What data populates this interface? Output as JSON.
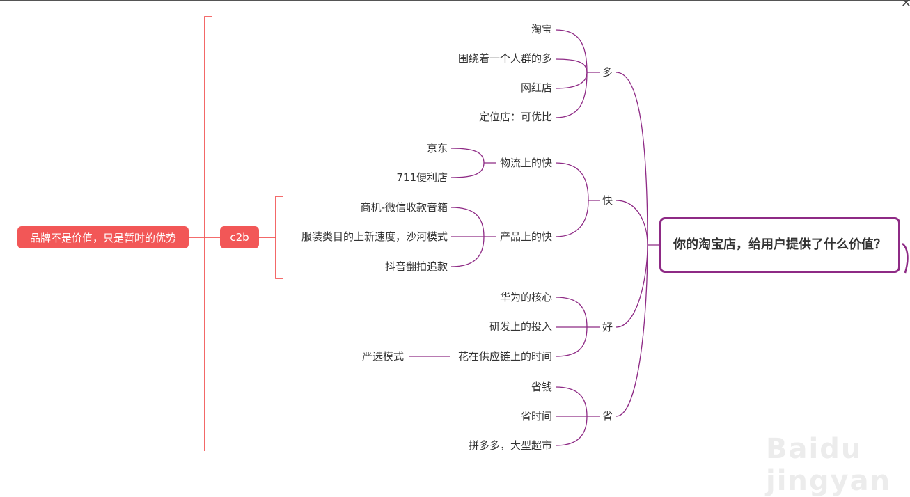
{
  "root": {
    "label": "你的淘宝店，给用户提供了什么价值？"
  },
  "branches": {
    "duo": {
      "label": "多",
      "children": [
        "淘宝",
        "围绕着一个人群的多",
        "网红店",
        "定位店：可优比"
      ]
    },
    "kuai": {
      "label": "快",
      "logistics": {
        "label": "物流上的快",
        "children": [
          "京东",
          "711便利店"
        ]
      },
      "product": {
        "label": "产品上的快",
        "children": [
          "商机-微信收款音箱",
          "服装类目的上新速度，沙河模式",
          "抖音翻拍追款"
        ]
      }
    },
    "hao": {
      "label": "好",
      "children": [
        "华为的核心",
        "研发上的投入",
        "花在供应链上的时间"
      ],
      "sub": "严选模式"
    },
    "sheng": {
      "label": "省",
      "children": [
        "省钱",
        "省时间",
        "拼多多，大型超市"
      ]
    }
  },
  "left": {
    "c2b": "c2b",
    "brand": "品牌不是价值，只是暂时的优势"
  },
  "colors": {
    "purple": "#8e2a85",
    "red": "#f25757"
  },
  "icons": {
    "close": "close-icon"
  }
}
